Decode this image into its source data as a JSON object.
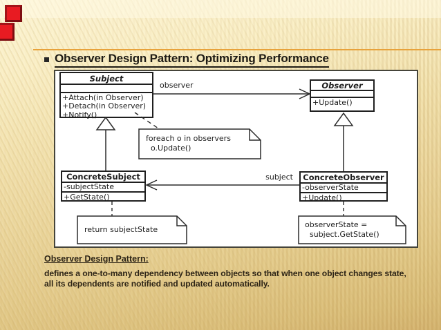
{
  "slide": {
    "title": "Observer Design Pattern: Optimizing Performance",
    "footer": {
      "heading": "Observer Design Pattern:",
      "line1": "defines a one-to-many dependency between objects so that when one object changes state,",
      "line2": "all its dependents are notified and updated automatically."
    }
  },
  "diagram": {
    "classes": {
      "subject": {
        "name": "Subject",
        "methods": [
          "+Attach(in Observer)",
          "+Detach(in Observer)",
          "+Notify()"
        ]
      },
      "observer": {
        "name": "Observer",
        "methods": [
          "+Update()"
        ]
      },
      "concrete_subject": {
        "name": "ConcreteSubject",
        "attributes": [
          "-subjectState"
        ],
        "methods": [
          "+GetState()"
        ]
      },
      "concrete_observer": {
        "name": "ConcreteObserver",
        "attributes": [
          "-observerState"
        ],
        "methods": [
          "+Update()"
        ]
      }
    },
    "notes": {
      "foreach": {
        "line1": "foreach o in observers",
        "line2": "o.Update()"
      },
      "return_state": {
        "line1": "return subjectState"
      },
      "observer_state": {
        "line1": "observerState =",
        "line2": "subject.GetState()"
      }
    },
    "labels": {
      "observer_role": "observer",
      "subject_role": "subject"
    }
  },
  "colors": {
    "accent_orange": "#e8a23a",
    "marker_red": "#e81b22",
    "background_tan": "#ecd79e",
    "panel_white": "#ffffff"
  }
}
